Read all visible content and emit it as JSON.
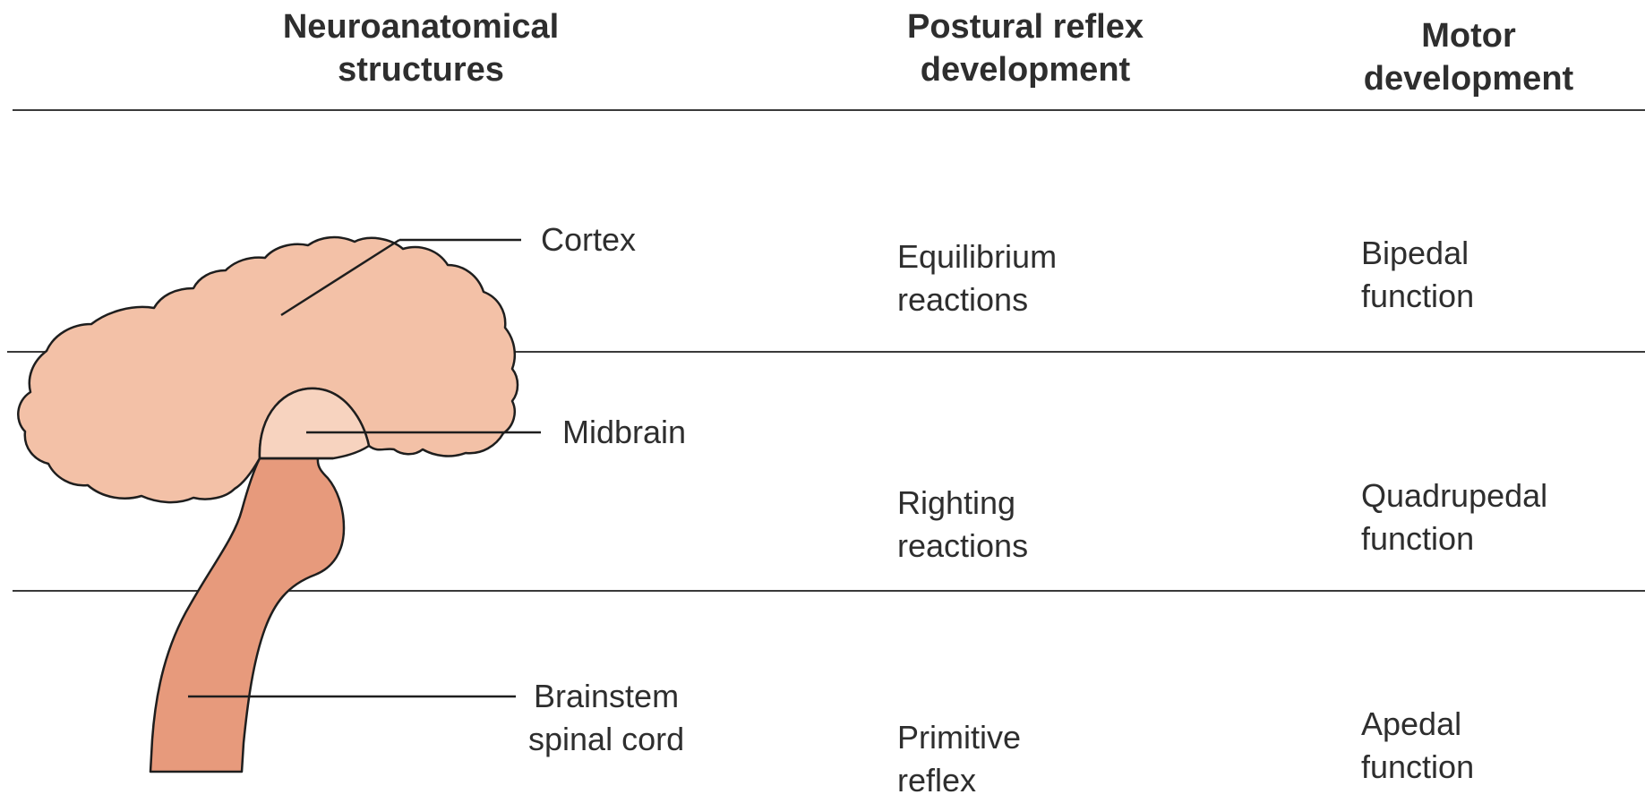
{
  "headers": {
    "neuro": {
      "line1": "Neuroanatomical",
      "line2": "structures"
    },
    "postural": {
      "line1": "Postural reflex",
      "line2": "development"
    },
    "motor": {
      "line1": "Motor",
      "line2": "development"
    }
  },
  "structures": {
    "cortex": {
      "line1": "Cortex"
    },
    "midbrain": {
      "line1": "Midbrain"
    },
    "brainstem": {
      "line1": "Brainstem",
      "line2": "spinal cord"
    }
  },
  "rows": [
    {
      "postural": {
        "line1": "Equilibrium",
        "line2": "reactions"
      },
      "motor": {
        "line1": "Bipedal",
        "line2": "function"
      }
    },
    {
      "postural": {
        "line1": "Righting",
        "line2": "reactions"
      },
      "motor": {
        "line1": "Quadrupedal",
        "line2": "function"
      }
    },
    {
      "postural": {
        "line1": "Primitive",
        "line2": "reflex"
      },
      "motor": {
        "line1": "Apedal",
        "line2": "function"
      }
    }
  ],
  "colors": {
    "cortex_fill": "#f3c1a7",
    "midbrain_fill": "#f7d3bf",
    "brainstem_fill": "#e79a7c",
    "outline": "#1e1e1e",
    "rule": "#3a3a3a"
  }
}
